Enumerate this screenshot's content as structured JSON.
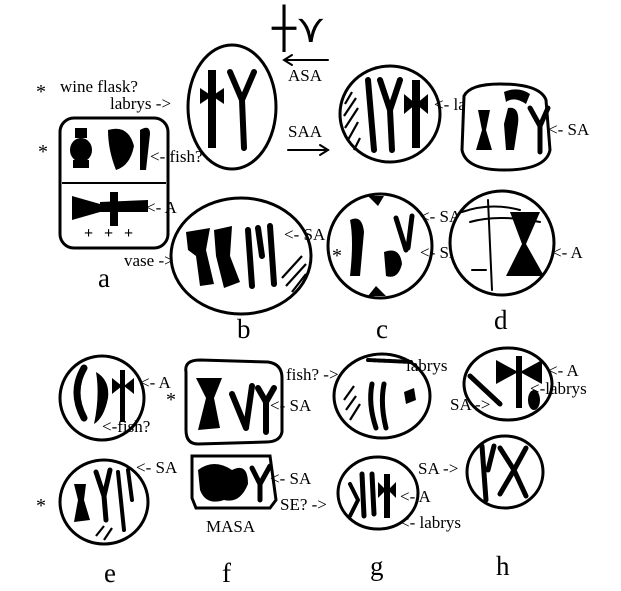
{
  "header_script": "┼⋎",
  "asterisk": "*",
  "labels": {
    "wine_flask": "wine flask?",
    "labrys_a1": "labrys ->",
    "fish_a": "<- fish?",
    "a_a": "<- A",
    "vase_b": "vase ->",
    "sa_b": "<- SA",
    "asa": "ASA",
    "saa": "SAA",
    "labrys_c1": "<- labrys",
    "sa_c1": "<- SA",
    "sa_c2": "<- SA",
    "sa_d": "<- SA",
    "a_d": "<- A",
    "a_e": "<- A",
    "fish_e": "<-fish?",
    "sa_e": "<- SA",
    "sa_f1": "<- SA",
    "sa_f2": "<- SA",
    "masa": "MASA",
    "fish_g": "fish? ->",
    "labrys_g": "labrys",
    "se_g": "SE? ->",
    "a_g": "<- A",
    "labrys_g2": "<- labrys",
    "a_h": "<- A",
    "labrys_h": "<-labrys",
    "sa_h1": "SA ->",
    "sa_h2": "SA ->"
  },
  "panels": [
    "a",
    "b",
    "c",
    "d",
    "e",
    "f",
    "g",
    "h"
  ]
}
